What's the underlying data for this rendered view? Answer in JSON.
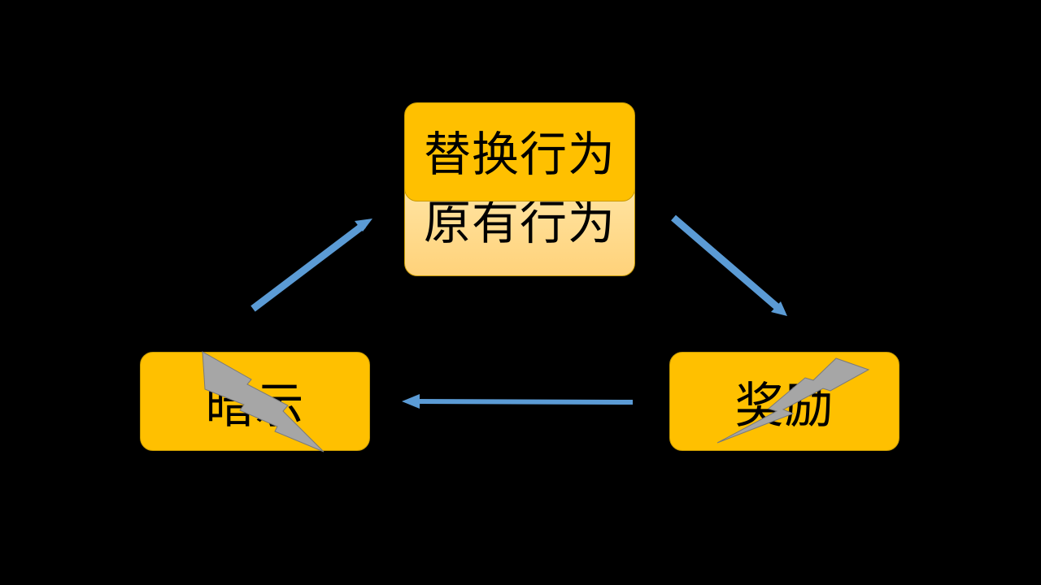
{
  "diagram": {
    "original_behavior": "原有行为",
    "replacement_behavior": "替换行为",
    "cue": "暗示",
    "reward": "奖励"
  },
  "colors": {
    "background": "#000000",
    "box_fill": "#ffc000",
    "box_fill_light": "#ffe1a0",
    "arrow": "#5b9bd5",
    "lightning": "#a6a6a6"
  },
  "icons": [
    "arrow-cue-to-behavior",
    "arrow-behavior-to-reward",
    "arrow-reward-to-cue",
    "lightning-icon"
  ]
}
